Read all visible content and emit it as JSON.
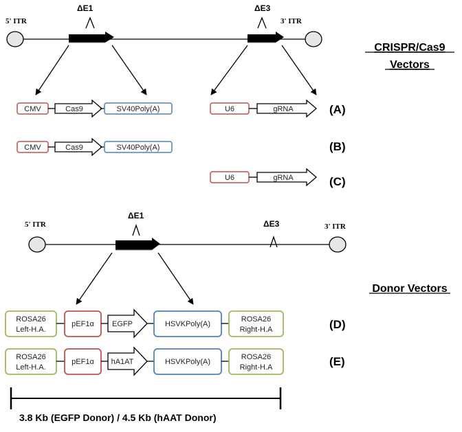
{
  "crispr": {
    "itr5": "5' ITR",
    "itr3": "3' ITR",
    "e1": "ΔE1",
    "e3": "ΔE3",
    "title_line1": "CRISPR/Cas9",
    "title_line2": "Vectors",
    "rows": [
      {
        "label": "(A)",
        "cmv": "CMV",
        "cas9": "Cas9",
        "poly": "SV40Poly(A)",
        "u6": "U6",
        "grna": "gRNA"
      },
      {
        "label": "(B)",
        "cmv": "CMV",
        "cas9": "Cas9",
        "poly": "SV40Poly(A)"
      },
      {
        "label": "(C)",
        "u6": "U6",
        "grna": "gRNA"
      }
    ]
  },
  "donor": {
    "itr5": "5' ITR",
    "itr3": "3' ITR",
    "e1": "ΔE1",
    "e3": "ΔE3",
    "title": "Donor Vectors",
    "rows": [
      {
        "label": "(D)",
        "left_ha_1": "ROSA26",
        "left_ha_2": "Left-H.A.",
        "promoter": "pEF1α",
        "gene": "EGFP",
        "poly": "HSVKPoly(A)",
        "right_ha_1": "ROSA26",
        "right_ha_2": "Right-H.A"
      },
      {
        "label": "(E)",
        "left_ha_1": "ROSA26",
        "left_ha_2": "Left-H.A.",
        "promoter": "pEF1α",
        "gene": "hA1AT",
        "poly": "HSVKPoly(A)",
        "right_ha_1": "ROSA26",
        "right_ha_2": "Right-H.A"
      }
    ],
    "size_label": "3.8 Kb (EGFP Donor) / 4.5 Kb (hAAT Donor)"
  },
  "colors": {
    "promoter": "#c0504d",
    "polyA": "#4f81bd",
    "homology_arm": "#9bbb59"
  }
}
